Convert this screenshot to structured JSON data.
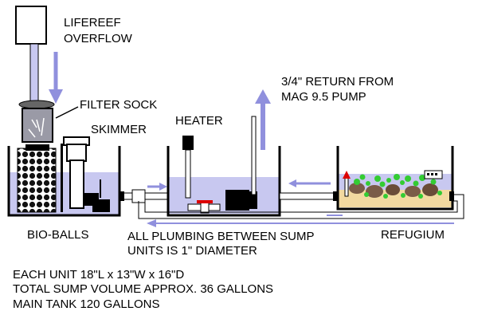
{
  "labels": {
    "overflow_l1": "LIFEREEF",
    "overflow_l2": "OVERFLOW",
    "filter_sock": "FILTER SOCK",
    "skimmer": "SKIMMER",
    "heater": "HEATER",
    "return_l1": "3/4\" RETURN FROM",
    "return_l2": "MAG 9.5 PUMP",
    "bio_balls": "BIO-BALLS",
    "plumbing_l1": "ALL PLUMBING BETWEEN SUMP",
    "plumbing_l2": "UNITS IS 1\" DIAMETER",
    "refugium": "REFUGIUM",
    "note_l1": "EACH UNIT 18\"L x 13\"W x 16\"D",
    "note_l2": "TOTAL SUMP VOLUME APPROX. 36 GALLONS",
    "note_l3": "MAIN TANK 120 GALLONS"
  },
  "colors": {
    "water": "#c8c8f0",
    "flow_arrow": "#9090dd",
    "outline": "#000000",
    "sand": "#f2d9a0",
    "plant": "#33cc33",
    "rock": "#7a5c48",
    "valve": "#dd0000"
  }
}
